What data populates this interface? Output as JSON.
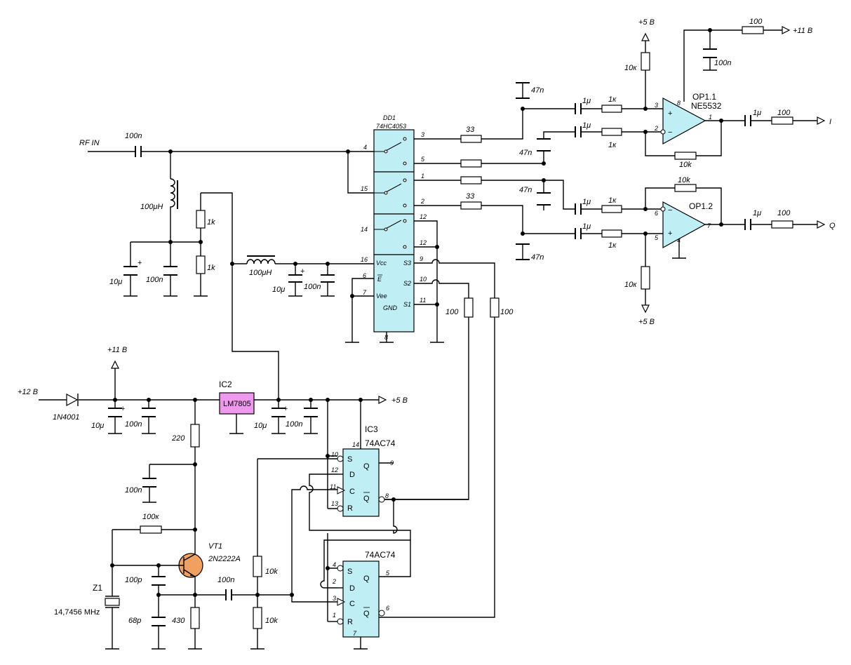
{
  "inputs": {
    "rf_in": "RF IN",
    "v12": "+12 B"
  },
  "rails": {
    "p11": "+11 B",
    "p5": "+5 B"
  },
  "outputs": {
    "i": "I",
    "q": "Q"
  },
  "dd1": {
    "name": "DD1",
    "part": "74HC4053",
    "pins": [
      "3",
      "5",
      "1",
      "2",
      "12",
      "12",
      "4",
      "15",
      "14",
      "16",
      "6",
      "7",
      "8",
      "9",
      "10",
      "11"
    ],
    "labels": {
      "vcc": "Vcc",
      "ebar": "E",
      "vee": "Vee",
      "gnd": "GND",
      "s3": "S3",
      "s2": "S2",
      "s1": "S1"
    }
  },
  "opamps": {
    "op11": {
      "name": "OP1.1",
      "part": "NE5532",
      "pins": [
        "3",
        "2",
        "1",
        "8"
      ]
    },
    "op12": {
      "name": "OP1.2",
      "pins": [
        "6",
        "5",
        "7",
        "4"
      ]
    }
  },
  "ic2": {
    "name": "IC2",
    "part": "LM7805"
  },
  "ic3": {
    "name": "IC3",
    "part": "74AC74",
    "part2": "74AC74",
    "ff1": {
      "pins": [
        "10",
        "12",
        "11",
        "13",
        "14",
        "9",
        "8"
      ],
      "labels": [
        "S",
        "D",
        "C",
        "R",
        "Q",
        "Q"
      ]
    },
    "ff2": {
      "pins": [
        "4",
        "2",
        "3",
        "1",
        "5",
        "6",
        "7"
      ],
      "labels": [
        "S",
        "D",
        "C",
        "R",
        "Q",
        "Q"
      ]
    }
  },
  "transistor": {
    "name": "VT1",
    "part": "2N2222A"
  },
  "crystal": {
    "name": "Z1",
    "freq": "14,7456 MHz"
  },
  "diode": {
    "part": "1N4001"
  },
  "values": {
    "c100n": "100n",
    "l100u": "100μH",
    "r1k": "1k",
    "c10u": "10μ",
    "r33": "33",
    "c47n": "47n",
    "c1u": "1μ",
    "r1k_cyr": "1к",
    "r10k_cyr": "10к",
    "r10k": "10k",
    "r100": "100",
    "r220": "220",
    "r100k": "100к",
    "c100p": "100p",
    "c68p": "68p",
    "r430": "430"
  }
}
